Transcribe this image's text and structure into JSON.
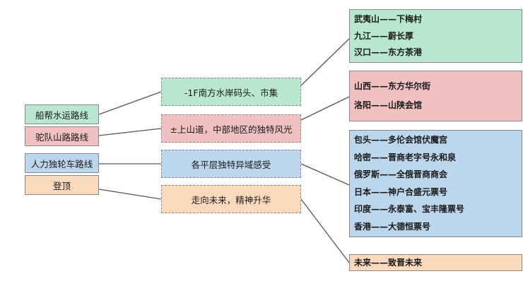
{
  "routes": [
    {
      "label": "船帮水运路线",
      "color": "#b9e6cf"
    },
    {
      "label": "驼队山路路线",
      "color": "#f0c1c0"
    },
    {
      "label": "人力独轮车路线",
      "color": "#bcd6ee"
    },
    {
      "label": "登顶",
      "color": "#fbd9bd"
    }
  ],
  "themes": [
    {
      "label": "-1F南方水岸码头、市集"
    },
    {
      "label": "±上山道，中部地区的独特风光"
    },
    {
      "label": "各平层独特异域感受"
    },
    {
      "label": "走向未来，精神升华"
    }
  ],
  "groups": [
    {
      "items": [
        "武夷山——下梅村",
        "九江——蔚长厚",
        "汉口——东方茶港"
      ]
    },
    {
      "items": [
        "山西——东方华尔街",
        "洛阳——山陕会馆"
      ]
    },
    {
      "items": [
        "包头——多伦会馆伏魔宫",
        "哈密——晋商老字号永和泉",
        "俄罗斯——全俄晋商商会",
        "日本——神户合盛元票号",
        "印度——永泰富、宝丰隆票号",
        "香港——大德恒票号"
      ]
    },
    {
      "items": [
        "未来——致晋未来"
      ]
    }
  ]
}
